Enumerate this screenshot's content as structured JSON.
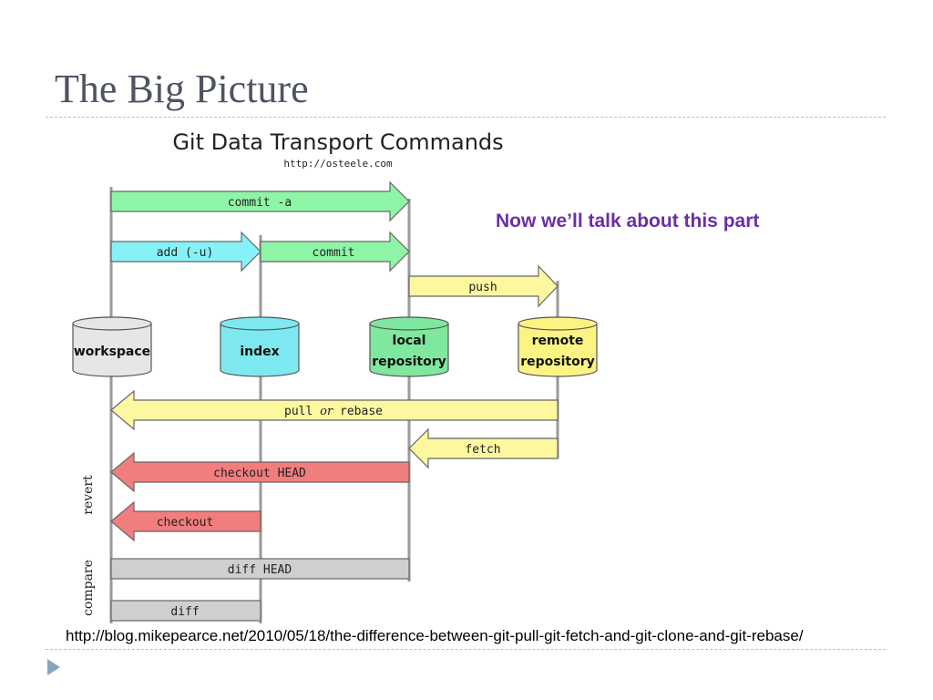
{
  "slide": {
    "title": "The Big Picture",
    "annotation": "Now we’ll talk about this part",
    "source_url": "http://blog.mikepearce.net/2010/05/18/the-difference-between-git-pull-git-fetch-and-git-clone-and-git-rebase/"
  },
  "diagram": {
    "title": "Git Data Transport Commands",
    "subtitle": "http://osteele.com",
    "stores": [
      {
        "line1": "workspace",
        "line2": "",
        "color": "#e6e6e6"
      },
      {
        "line1": "index",
        "line2": "",
        "color": "#7de8ef"
      },
      {
        "line1": "local",
        "line2": "repository",
        "color": "#7fe89e"
      },
      {
        "line1": "remote",
        "line2": "repository",
        "color": "#fbf483"
      }
    ],
    "arrows": {
      "commit_a": "commit -a",
      "add": "add (-u)",
      "commit": "commit",
      "push": "push",
      "pull_pre": "pull ",
      "pull_or": "or",
      "pull_post": " rebase",
      "fetch": "fetch",
      "checkout_head": "checkout HEAD",
      "checkout": "checkout",
      "diff_head": "diff HEAD",
      "diff": "diff"
    },
    "group_labels": {
      "revert": "revert",
      "compare": "compare"
    },
    "colors": {
      "green": "#8ff5a6",
      "cyan": "#86f2f7",
      "yellow": "#fdf7a0",
      "red": "#f27d7d",
      "gray": "#cfcfcf"
    }
  }
}
